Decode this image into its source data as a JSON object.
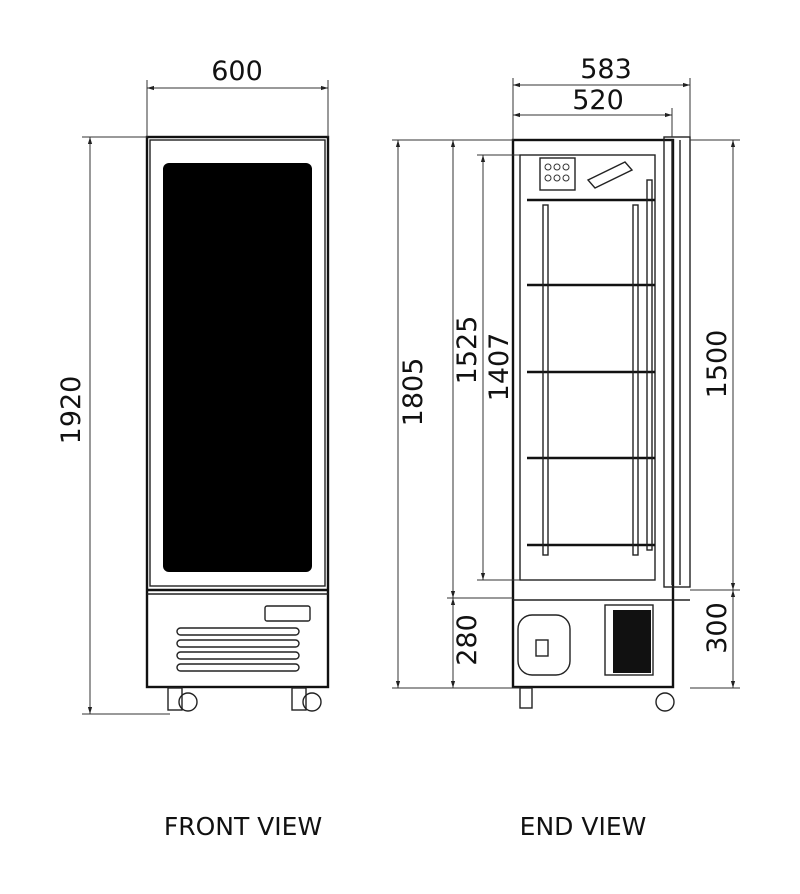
{
  "front_view": {
    "caption": "FRONT VIEW",
    "dimensions": {
      "width": "600",
      "height": "1920"
    }
  },
  "end_view": {
    "caption": "END VIEW",
    "dimensions": {
      "overall_depth": "583",
      "body_depth": "520",
      "body_height": "1805",
      "door_height_outer": "1525",
      "interior_height": "1407",
      "door_height": "1500",
      "base_height": "280",
      "plinth_height": "300"
    },
    "shelf_count": 5
  },
  "colors": {
    "line": "#222222",
    "glass": "#000000",
    "background": "#ffffff"
  }
}
